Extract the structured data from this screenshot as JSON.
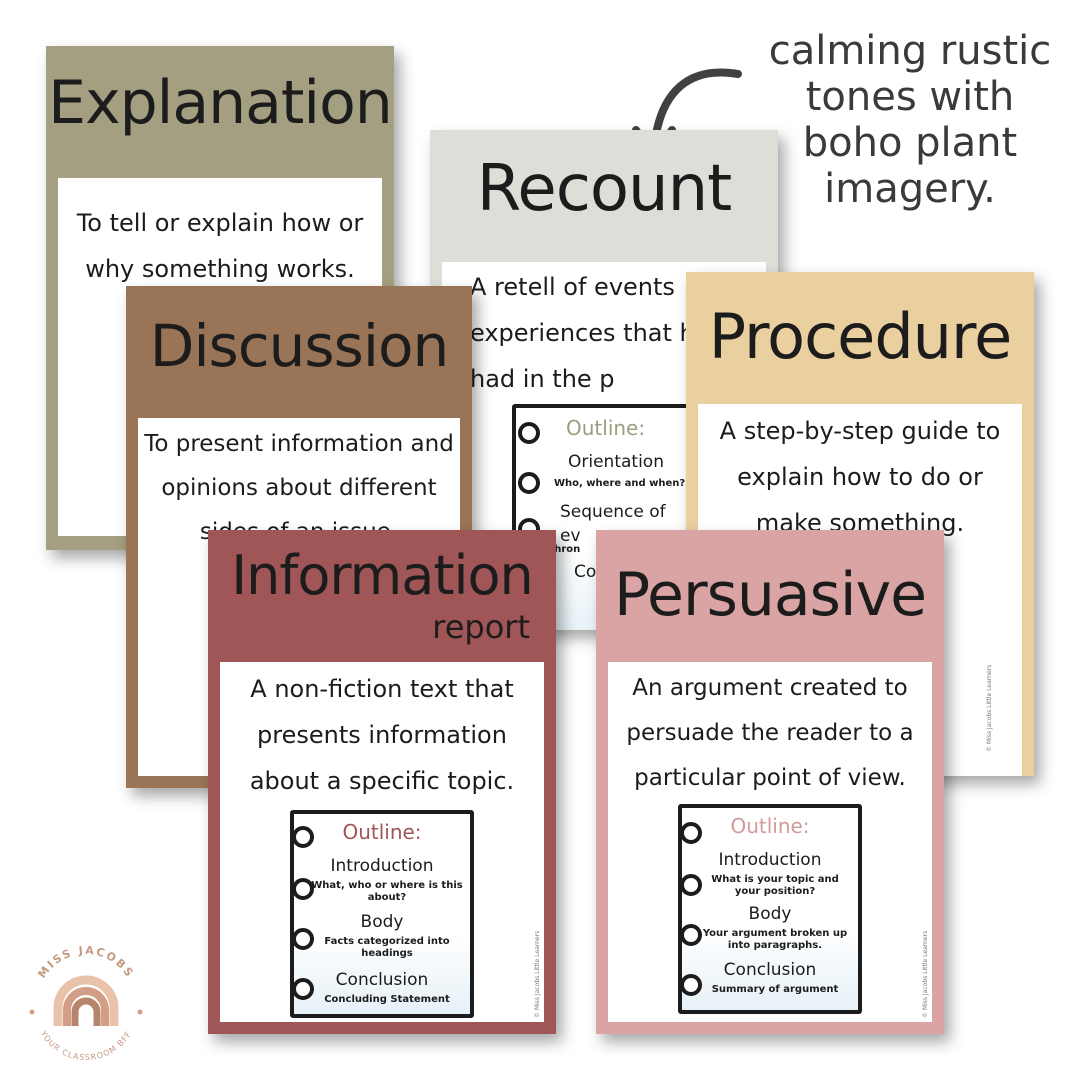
{
  "tagline": {
    "line1": "calming rustic",
    "line2": "tones with",
    "line3": "boho plant",
    "line4": "imagery."
  },
  "posters": {
    "explanation": {
      "title": "Explanation",
      "description": "To tell or explain how or why something works.",
      "color": "#a39f80"
    },
    "recount": {
      "title": "Recount",
      "description": "A retell of events experiences that have had in the p",
      "color": "#dbdfd8",
      "outline": {
        "heading": "Outline:",
        "item1": "Orientation",
        "item1_sub": "Who, where and when?",
        "item2": "Sequence of ev",
        "item2_sub": "In chron",
        "item3": "Con"
      }
    },
    "procedure": {
      "title": "Procedure",
      "description": "A step-by-step guide to explain how to do or make something.",
      "color": "#eacf9f",
      "copyright": "© Miss Jacobs Little Learners"
    },
    "discussion": {
      "title": "Discussion",
      "description": "To present information and opinions about different sides of an issue.",
      "color": "#9a7456"
    },
    "information": {
      "title": "Information",
      "subtitle": "report",
      "description": "A non-fiction text that presents information about a specific topic.",
      "color": "#a05657",
      "heading_color": "#a05657",
      "copyright": "© Miss Jacobs Little Learners",
      "outline": {
        "heading": "Outline:",
        "item1": "Introduction",
        "item1_sub": "What, who or where is this about?",
        "item2": "Body",
        "item2_sub": "Facts categorized into headings",
        "item3": "Conclusion",
        "item3_sub": "Concluding Statement"
      }
    },
    "persuasive": {
      "title": "Persuasive",
      "description": "An argument created to persuade the reader to a particular point of view.",
      "color": "#d9a4a3",
      "heading_color": "#d29a99",
      "copyright": "© Miss Jacobs Little Learners",
      "outline": {
        "heading": "Outline:",
        "item1": "Introduction",
        "item1_sub": "What is your topic and your position?",
        "item2": "Body",
        "item2_sub": "Your argument broken up into paragraphs.",
        "item3": "Conclusion",
        "item3_sub": "Summary of argument"
      }
    }
  },
  "logo": {
    "top_text": "MISS JACOBS",
    "bottom_text": "YOUR CLASSROOM BFF"
  },
  "icons": {
    "arrow": "curved-arrow-icon",
    "logo": "rainbow-logo-icon"
  }
}
